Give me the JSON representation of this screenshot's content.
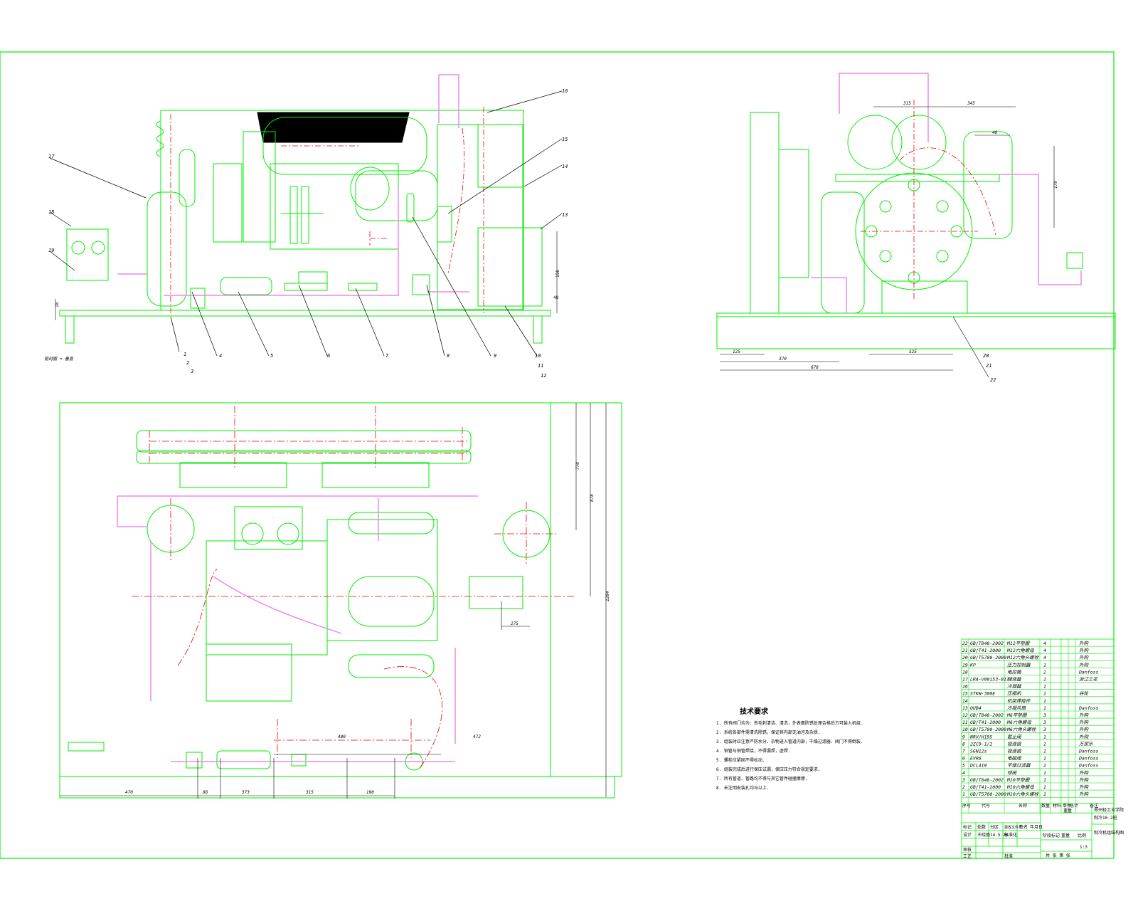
{
  "colors": {
    "outline": "#00ee00",
    "pipe": "#ee88ee",
    "center": "#ee0000",
    "text": "#000000",
    "fill": "#000000"
  },
  "front_view": {
    "balloons": [
      "1",
      "2",
      "3",
      "4",
      "5",
      "6",
      "7",
      "8",
      "9",
      "10",
      "11",
      "12",
      "13",
      "14",
      "15",
      "16",
      "17",
      "18",
      "19"
    ],
    "foot_note": "密封圈 ≈ 垂直",
    "dims": [
      "156",
      "18",
      "48"
    ]
  },
  "side_view": {
    "balloons": [
      "20",
      "21",
      "22"
    ],
    "dims": [
      "315",
      "345",
      "48",
      "179",
      "125",
      "370",
      "678",
      "525"
    ]
  },
  "plan_view": {
    "dims": [
      "770",
      "878",
      "1284",
      "275",
      "400",
      "472",
      "470",
      "88",
      "373",
      "315",
      "190"
    ]
  },
  "tech_notes": {
    "title": "技术要求",
    "items": [
      "1. 所有阀门均为：去毛刺清洁、清洗，外表面防锈处理合格后方可装入机组.",
      "2. 系统各部件需清洗除锈，保证其内部无油污及杂质.",
      "3. 组装时应注意严防水分、杂物进入管道内部，干燥过滤器、阀门不得倒装.",
      "4. 铜管与铜管焊接，不得漏焊，虚焊.",
      "5. 螺栓应紧固不得松动.",
      "6. 组装完成后进行保压试漏，保压压力符合规定要求.",
      "7. 所有管道、管路均不得与其它管件碰撞摩擦.",
      "8. 未注明安装孔均与以上."
    ]
  },
  "bom": {
    "rows": [
      {
        "no": "22",
        "code": "GB/T848-2002",
        "name": "M12平垫圈",
        "qty": "4",
        "note": "外购"
      },
      {
        "no": "21",
        "code": "GB/T41-2000",
        "name": "M12六角螺母",
        "qty": "4",
        "note": "外购"
      },
      {
        "no": "20",
        "code": "GB/T5780-2000",
        "name": "M12六角头螺栓",
        "qty": "4",
        "note": "外购"
      },
      {
        "no": "19",
        "code": "KP",
        "name": "压力控制器",
        "qty": "1",
        "note": "外购"
      },
      {
        "no": "18",
        "code": "",
        "name": "电控箱",
        "qty": "1",
        "note": "Danfoss"
      },
      {
        "no": "17",
        "code": "LRA-V00153-017",
        "name": "储液器",
        "qty": "1",
        "note": "浙江三花"
      },
      {
        "no": "16",
        "code": "",
        "name": "冷凝器",
        "qty": "1",
        "note": ""
      },
      {
        "no": "15",
        "code": "STKW-300E",
        "name": "压缩机",
        "qty": "1",
        "note": "谷轮"
      },
      {
        "no": "14",
        "code": "",
        "name": "机架焊接件",
        "qty": "1",
        "note": ""
      },
      {
        "no": "13",
        "code": "OUB4",
        "name": "冷凝风扇",
        "qty": "1",
        "note": "Danfoss"
      },
      {
        "no": "12",
        "code": "GB/T848-2002",
        "name": "M6平垫圈",
        "qty": "3",
        "note": "外购"
      },
      {
        "no": "11",
        "code": "GB/T41-2000",
        "name": "M6六角螺母",
        "qty": "3",
        "note": "外购"
      },
      {
        "no": "10",
        "code": "GB/T5780-2000",
        "name": "M6六角头螺栓",
        "qty": "3",
        "note": "外购"
      },
      {
        "no": "9",
        "code": "NRV/H19S",
        "name": "截止阀",
        "qty": "1",
        "note": "外购"
      },
      {
        "no": "8",
        "code": "2ZC9-1/2",
        "name": "视液镜",
        "qty": "1",
        "note": "万家乐"
      },
      {
        "no": "7",
        "code": "SGN12s",
        "name": "视液镜",
        "qty": "1",
        "note": "Danfoss"
      },
      {
        "no": "6",
        "code": "EVR6",
        "name": "电磁阀",
        "qty": "1",
        "note": "Danfoss"
      },
      {
        "no": "5",
        "code": "DCL419",
        "name": "干燥过滤器",
        "qty": "1",
        "note": "Danfoss"
      },
      {
        "no": "4",
        "code": "",
        "name": "球阀",
        "qty": "1",
        "note": "外购"
      },
      {
        "no": "3",
        "code": "GB/T848-2002",
        "name": "M10平垫圈",
        "qty": "1",
        "note": "外购"
      },
      {
        "no": "2",
        "code": "GB/T41-2000",
        "name": "M10六角螺母",
        "qty": "1",
        "note": "外购"
      },
      {
        "no": "1",
        "code": "GB/T5780-2000",
        "name": "M10六角头螺栓",
        "qty": "1",
        "note": "外购"
      }
    ],
    "header": {
      "no": "序号",
      "code": "代号",
      "name": "名称",
      "qty": "数量",
      "material": "材料",
      "unit_wt": "单件",
      "total_wt": "总计",
      "weight": "重量",
      "note": "备注"
    }
  },
  "title_block": {
    "company": "郑州轻工业学院",
    "subtitle": "制冷10-2班",
    "drawing_name": "制冷机组结构图",
    "scale": "1:3",
    "row_labels": [
      "标记",
      "处数",
      "分区",
      "更改文件号",
      "签名",
      "年月日"
    ],
    "designer_label": "设计",
    "designer": "王晓丽",
    "date": "14.5.28",
    "std_label": "标准化",
    "check_label": "审核",
    "process_label": "工艺",
    "approve_label": "批准",
    "stage_label": "阶段标记",
    "weight_label": "重量",
    "scale_label": "比例",
    "sheets": "共  张  第  张"
  }
}
